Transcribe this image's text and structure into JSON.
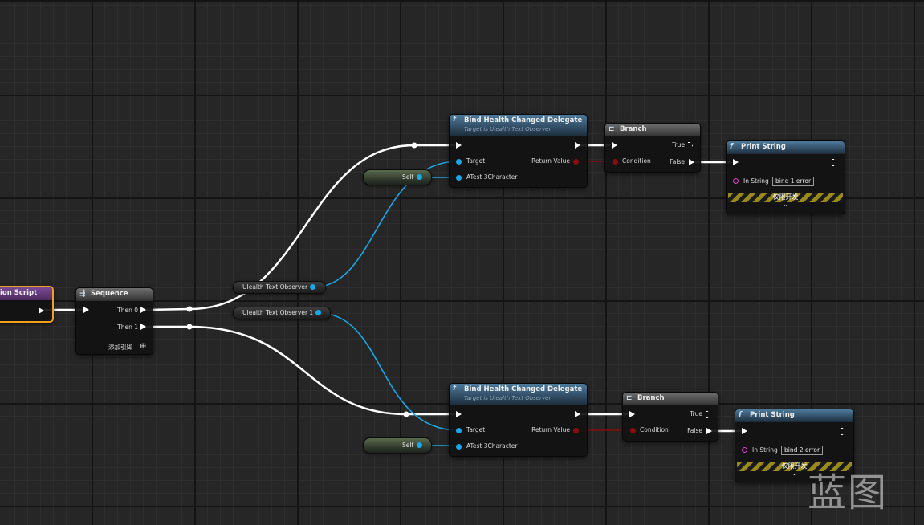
{
  "event_node": {
    "title": "ion Script"
  },
  "sequence": {
    "title": "Sequence",
    "then0": "Then 0",
    "then1": "Then 1",
    "add_pin": "添加引脚"
  },
  "bind_delegate": {
    "title": "Bind Health Changed Delegate",
    "subtitle": "Target is UIealth Text Observer",
    "target": "Target",
    "return_value": "Return Value",
    "param": "ATest 3Character"
  },
  "branch": {
    "title": "Branch",
    "true": "True",
    "condition": "Condition",
    "false": "False"
  },
  "print_string_1": {
    "title": "Print String",
    "in_string": "In String",
    "value": "bind 1 error",
    "dev_only": "仅限开发"
  },
  "print_string_2": {
    "title": "Print String",
    "in_string": "In String",
    "value": "bind 2 error",
    "dev_only": "仅限开发"
  },
  "vars": {
    "observer": "UIealth Text Observer",
    "observer1": "UIealth Text Observer 1",
    "self": "Self"
  },
  "icons": {
    "function": "f",
    "chevron": "⌄",
    "plus": "⊕"
  },
  "watermark": "蓝图",
  "colors": {
    "exec": "#ffffff",
    "object": "#1aa7e8",
    "bool": "#8a0c0c",
    "string": "#e040c8",
    "function_header": "#3d6482",
    "event_border": "#f0a020"
  }
}
